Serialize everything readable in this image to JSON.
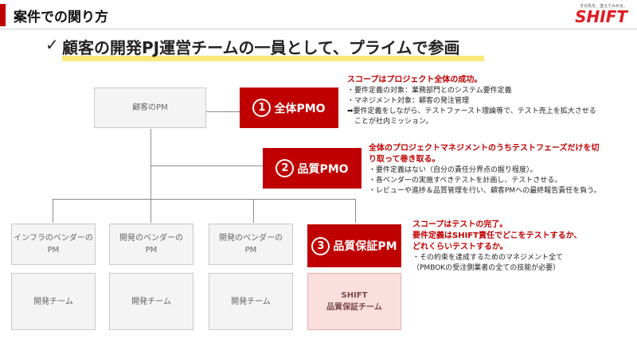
{
  "header": {
    "title": "案件での関り方",
    "logo_tagline": "その先を、変えてみせる。",
    "logo_brand": "SHIFT"
  },
  "headline": {
    "check": "✓",
    "text": "顧客の開発PJ運営チームの一員として、プライムで参画"
  },
  "boxes": {
    "client_pm": "顧客のPM",
    "vendor1_pm": "インフラのベンダーの\nPM",
    "vendor2_pm": "開発のベンダーの\nPM",
    "vendor3_pm": "開発のベンダーの\nPM",
    "dev1": "開発チーム",
    "dev2": "開発チーム",
    "dev3": "開発チーム",
    "shift_qa": "SHIFT\n品質保証チーム"
  },
  "roles": [
    {
      "num": "1",
      "label": "全体PMO"
    },
    {
      "num": "2",
      "label": "品質PMO"
    },
    {
      "num": "3",
      "label": "品質保証PM"
    }
  ],
  "annotations": {
    "pmo_all": {
      "heading": [
        "スコープはプロジェクト全体の成功。"
      ],
      "body": [
        "・要件定義の対象：業務部門とのシステム要件定義",
        "・マネジメント対象：顧客の発注管理",
        "➡要件定義をしながら、テストファースト理論等で、テスト売上を拡大させる",
        "　ことが社内ミッション。"
      ]
    },
    "pmo_quality": {
      "heading": [
        "全体のプロジェクトマネジメントのうちテストフェーズだけを切",
        "り取って巻き取る。"
      ],
      "body": [
        "・要件定義はない（自分の責任分界点の握り程度）。",
        "・各ベンダーの実施すべきテストを計画し、テストさせる。",
        "・レビューや進捗＆品質管理を行い、顧客PMへの最終報告責任を負う。"
      ]
    },
    "qa_pm": {
      "heading": [
        "スコープはテストの完了。",
        "要件定義はSHIFT責任でどこをテストするか、",
        "どれくらいテストするか。"
      ],
      "body": [
        "・その約束を達成するためのマネジメント全て",
        "（PMBOKの受注側業者の全ての技能が必要）"
      ]
    }
  },
  "colors": {
    "accent_red": "#c00000",
    "highlight_yellow": "#fbe87a",
    "brand_red": "#e01a22"
  }
}
